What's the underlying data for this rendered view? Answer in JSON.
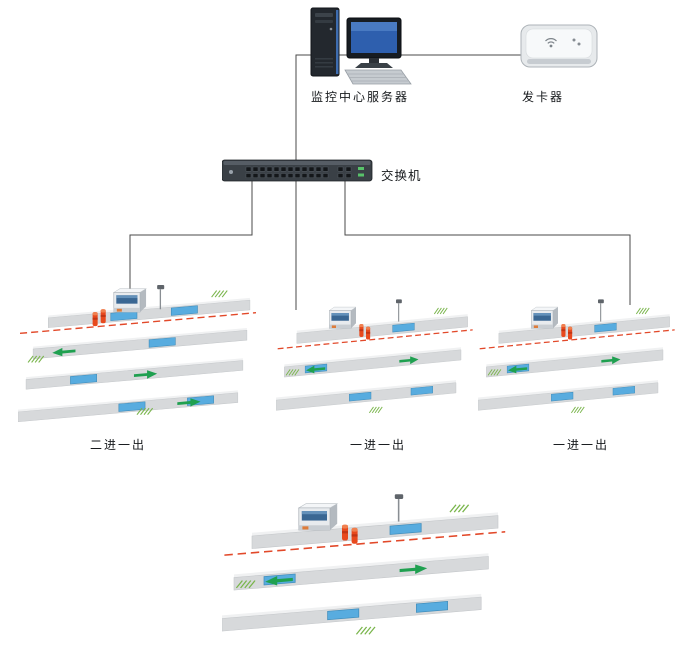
{
  "page": {
    "background": "#ffffff"
  },
  "diagram": {
    "devices": {
      "server": {
        "label": "监控中心服务器",
        "icon": "desktop-computer-icon"
      },
      "card_issuer": {
        "label": "发卡器",
        "icon": "card-reader-icon"
      },
      "switch": {
        "label": "交换机",
        "icon": "network-switch-icon"
      }
    },
    "lanes": [
      {
        "label": "二进一出"
      },
      {
        "label": "一进一出"
      },
      {
        "label": "一进一出"
      },
      {
        "label": ""
      }
    ],
    "colors": {
      "wire": "#4a4a4a",
      "road_gray": "#d7d9db",
      "loop_blue": "#58acdf",
      "arrow_green": "#1fa050",
      "gate_line_red": "#e2492a",
      "post_orange": "#e8491d"
    }
  }
}
